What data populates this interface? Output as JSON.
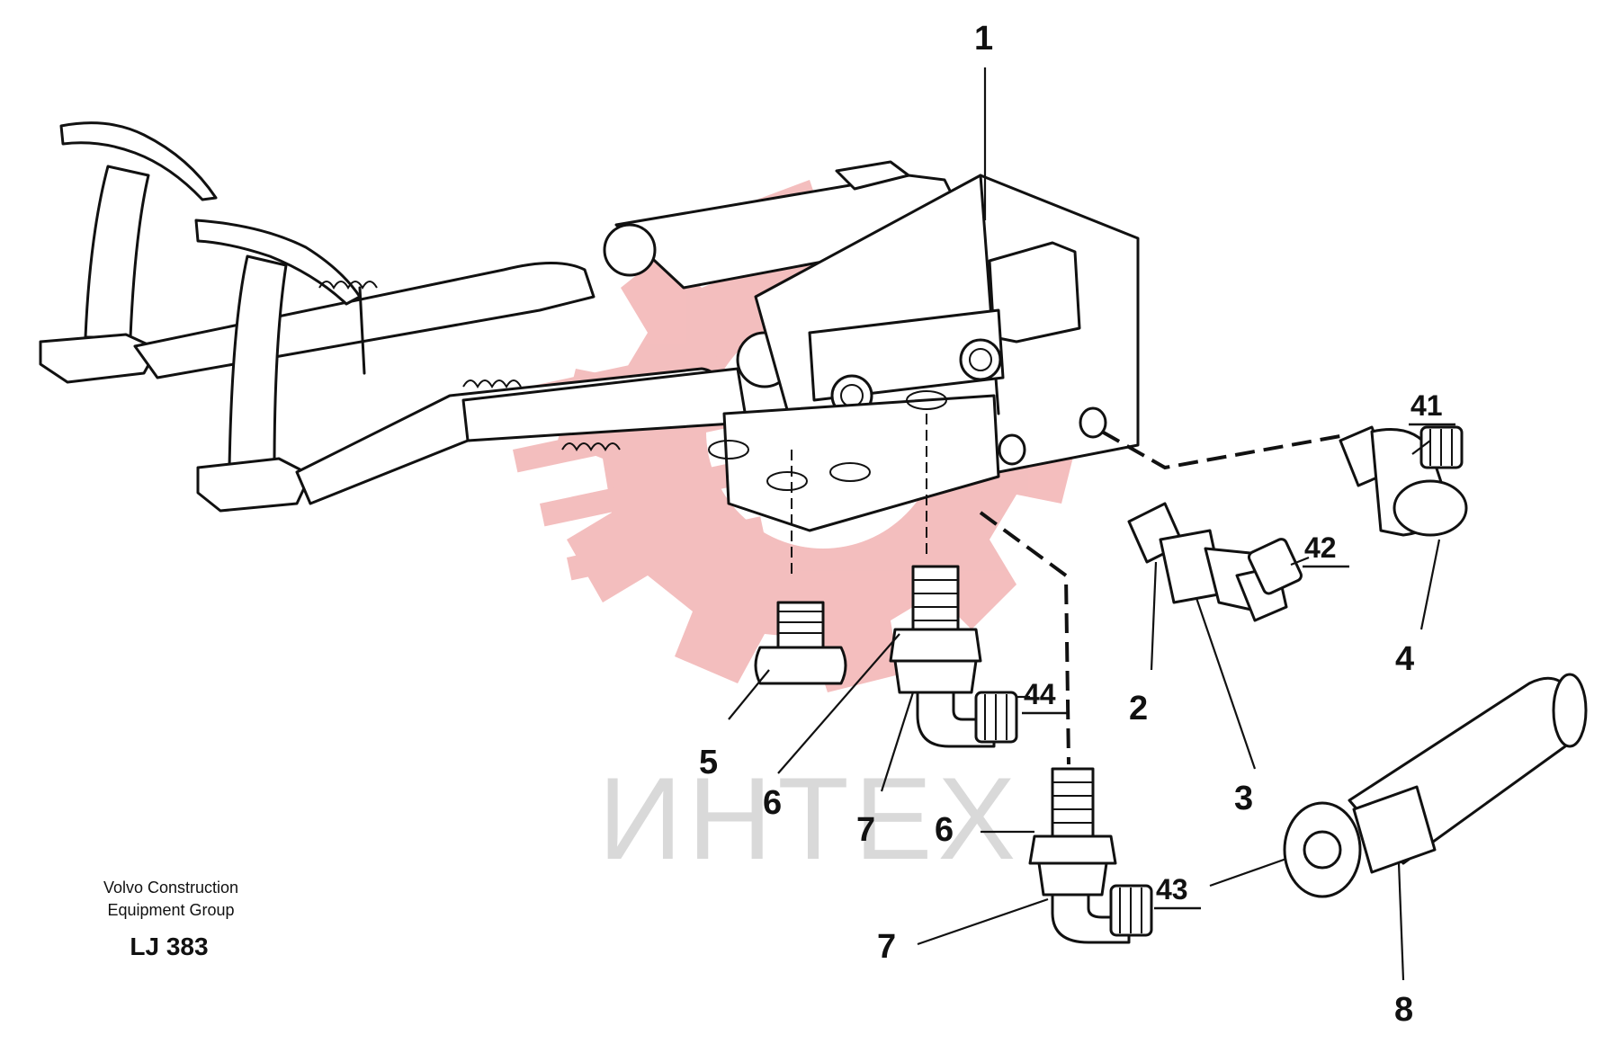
{
  "watermark": {
    "text": "ИНТЕХ",
    "logo_color": "#f2b3b3",
    "text_color": "#d9d9d9"
  },
  "callouts": {
    "c1": "1",
    "c2": "2",
    "c3": "3",
    "c4": "4",
    "c5": "5",
    "c6a": "6",
    "c6b": "6",
    "c7a": "7",
    "c7b": "7",
    "c8": "8",
    "c41": "41",
    "c42": "42",
    "c43": "43",
    "c44": "44"
  },
  "footer": {
    "maker_line1": "Volvo Construction",
    "maker_line2": "Equipment Group",
    "drawing_code": "LJ 383"
  }
}
